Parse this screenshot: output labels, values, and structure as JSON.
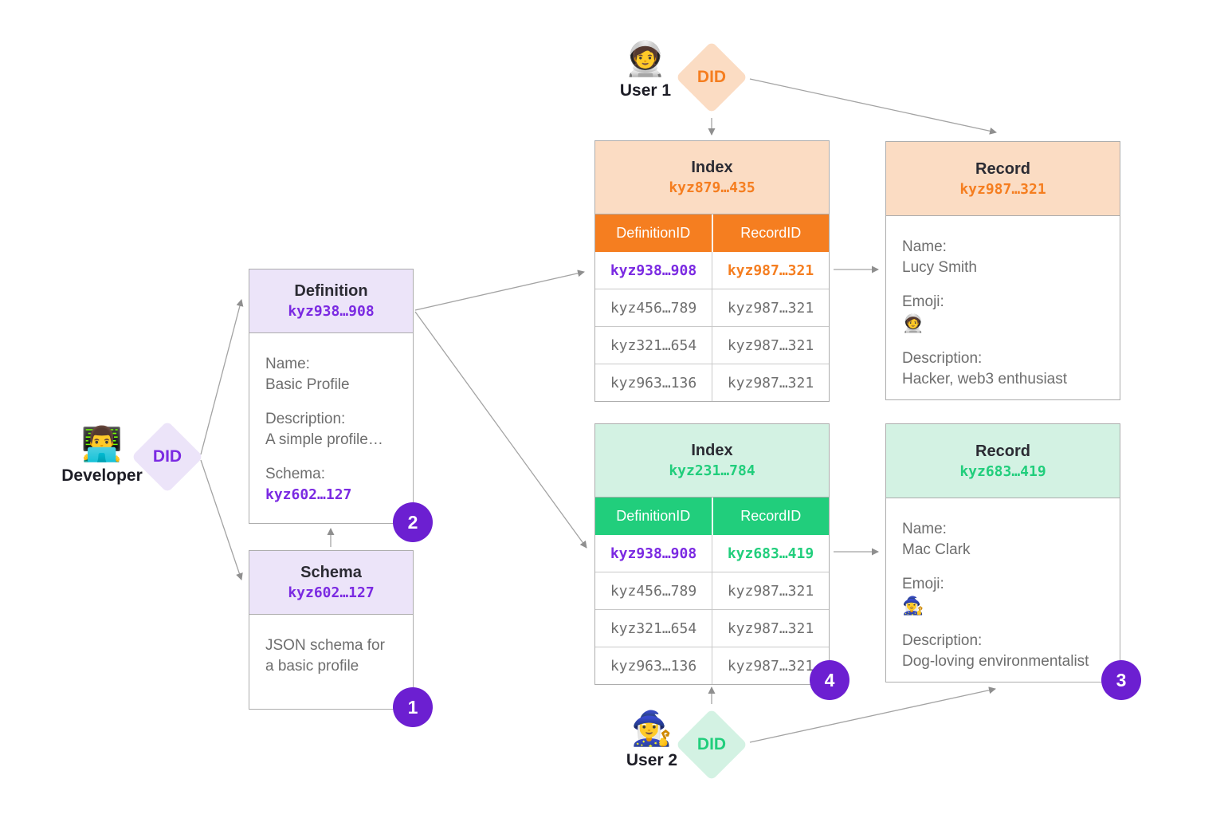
{
  "colors": {
    "purple": "#7b2ae2",
    "purple_light": "#ece4f9",
    "badge_purple": "#6c1fd1",
    "orange": "#f57e20",
    "orange_light": "#fbdcc3",
    "green": "#21ce7c",
    "green_light": "#d3f2e3",
    "gray_text": "#6e6e6e",
    "dark_text": "#2b2b33",
    "line_gray": "#a3a3a3"
  },
  "developer": {
    "label": "Developer",
    "emoji": "👨‍💻",
    "did_label": "DID"
  },
  "user1": {
    "label": "User 1",
    "emoji": "🧑‍🚀",
    "did_label": "DID"
  },
  "user2": {
    "label": "User 2",
    "emoji": "🧙‍♀️",
    "did_label": "DID"
  },
  "definition": {
    "title": "Definition",
    "id": "kyz938…908",
    "name_label": "Name:",
    "name": "Basic Profile",
    "description_label": "Description:",
    "description": "A simple profile…",
    "schema_label": "Schema:",
    "schema_id": "kyz602…127",
    "badge": "2"
  },
  "schema": {
    "title": "Schema",
    "id": "kyz602…127",
    "body": "JSON schema for a basic profile",
    "badge": "1"
  },
  "index_user1": {
    "title": "Index",
    "id": "kyz879…435",
    "columns": [
      "DefinitionID",
      "RecordID"
    ],
    "rows": [
      [
        "kyz938…908",
        "kyz987…321"
      ],
      [
        "kyz456…789",
        "kyz987…321"
      ],
      [
        "kyz321…654",
        "kyz987…321"
      ],
      [
        "kyz963…136",
        "kyz987…321"
      ]
    ]
  },
  "index_user2": {
    "title": "Index",
    "id": "kyz231…784",
    "columns": [
      "DefinitionID",
      "RecordID"
    ],
    "rows": [
      [
        "kyz938…908",
        "kyz683…419"
      ],
      [
        "kyz456…789",
        "kyz987…321"
      ],
      [
        "kyz321…654",
        "kyz987…321"
      ],
      [
        "kyz963…136",
        "kyz987…321"
      ]
    ],
    "badge": "4"
  },
  "record_user1": {
    "title": "Record",
    "id": "kyz987…321",
    "name_label": "Name:",
    "name": "Lucy Smith",
    "emoji_label": "Emoji:",
    "emoji": "🧑‍🚀",
    "description_label": "Description:",
    "description": "Hacker, web3 enthusiast"
  },
  "record_user2": {
    "title": "Record",
    "id": "kyz683…419",
    "name_label": "Name:",
    "name": "Mac Clark",
    "emoji_label": "Emoji:",
    "emoji": "🧙‍♀️",
    "description_label": "Description:",
    "description": "Dog-loving environmentalist",
    "badge": "3"
  }
}
